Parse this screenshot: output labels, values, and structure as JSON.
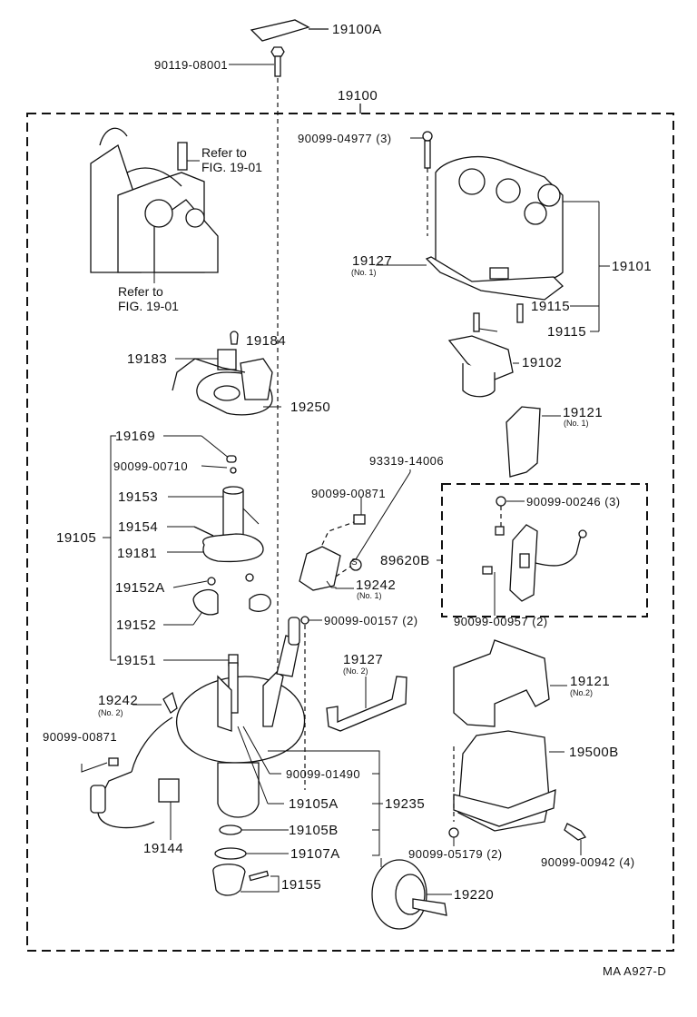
{
  "diagram": {
    "title_code": "19100",
    "figure_code": "MA A927-D",
    "refer_note": {
      "line1": "Refer to",
      "line2": "FIG. 19-01"
    },
    "parts": {
      "p19100A": "19100A",
      "p90119_08001": "90119-08001",
      "p90099_04977": "90099-04977 (3)",
      "p19127_no1": "19127",
      "p19127_no1_sub": "(No. 1)",
      "p19101": "19101",
      "p19115_a": "19115",
      "p19115_b": "19115",
      "p19102": "19102",
      "p19184": "19184",
      "p19183": "19183",
      "p19250": "19250",
      "p19121_no1": "19121",
      "p19121_no1_sub": "(No. 1)",
      "p19169": "19169",
      "p90099_00710": "90099-00710",
      "p19153": "19153",
      "p19154": "19154",
      "p19105": "19105",
      "p19181": "19181",
      "p19152A": "19152A",
      "p19152": "19152",
      "p19151": "19151",
      "p93319_14006": "93319-14006",
      "p90099_00871_a": "90099-00871",
      "p89620B": "89620B",
      "p19242_no1": "19242",
      "p19242_no1_sub": "(No. 1)",
      "p90099_00246": "90099-00246 (3)",
      "p90099_00957": "90099-00957 (2)",
      "p90099_00157": "90099-00157 (2)",
      "p19127_no2": "19127",
      "p19127_no2_sub": "(No. 2)",
      "p19121_no2": "19121",
      "p19121_no2_sub": "(No.2)",
      "p19242_no2": "19242",
      "p19242_no2_sub": "(No. 2)",
      "p90099_00871_b": "90099-00871",
      "p90099_01490": "90099-01490",
      "p19500B": "19500B",
      "p19105A": "19105A",
      "p19235": "19235",
      "p19105B": "19105B",
      "p19144": "19144",
      "p19107A": "19107A",
      "p90099_05179": "90099-05179 (2)",
      "p90099_00942": "90099-00942 (4)",
      "p19155": "19155",
      "p19220": "19220",
      "sensor_symbol": "S"
    }
  }
}
